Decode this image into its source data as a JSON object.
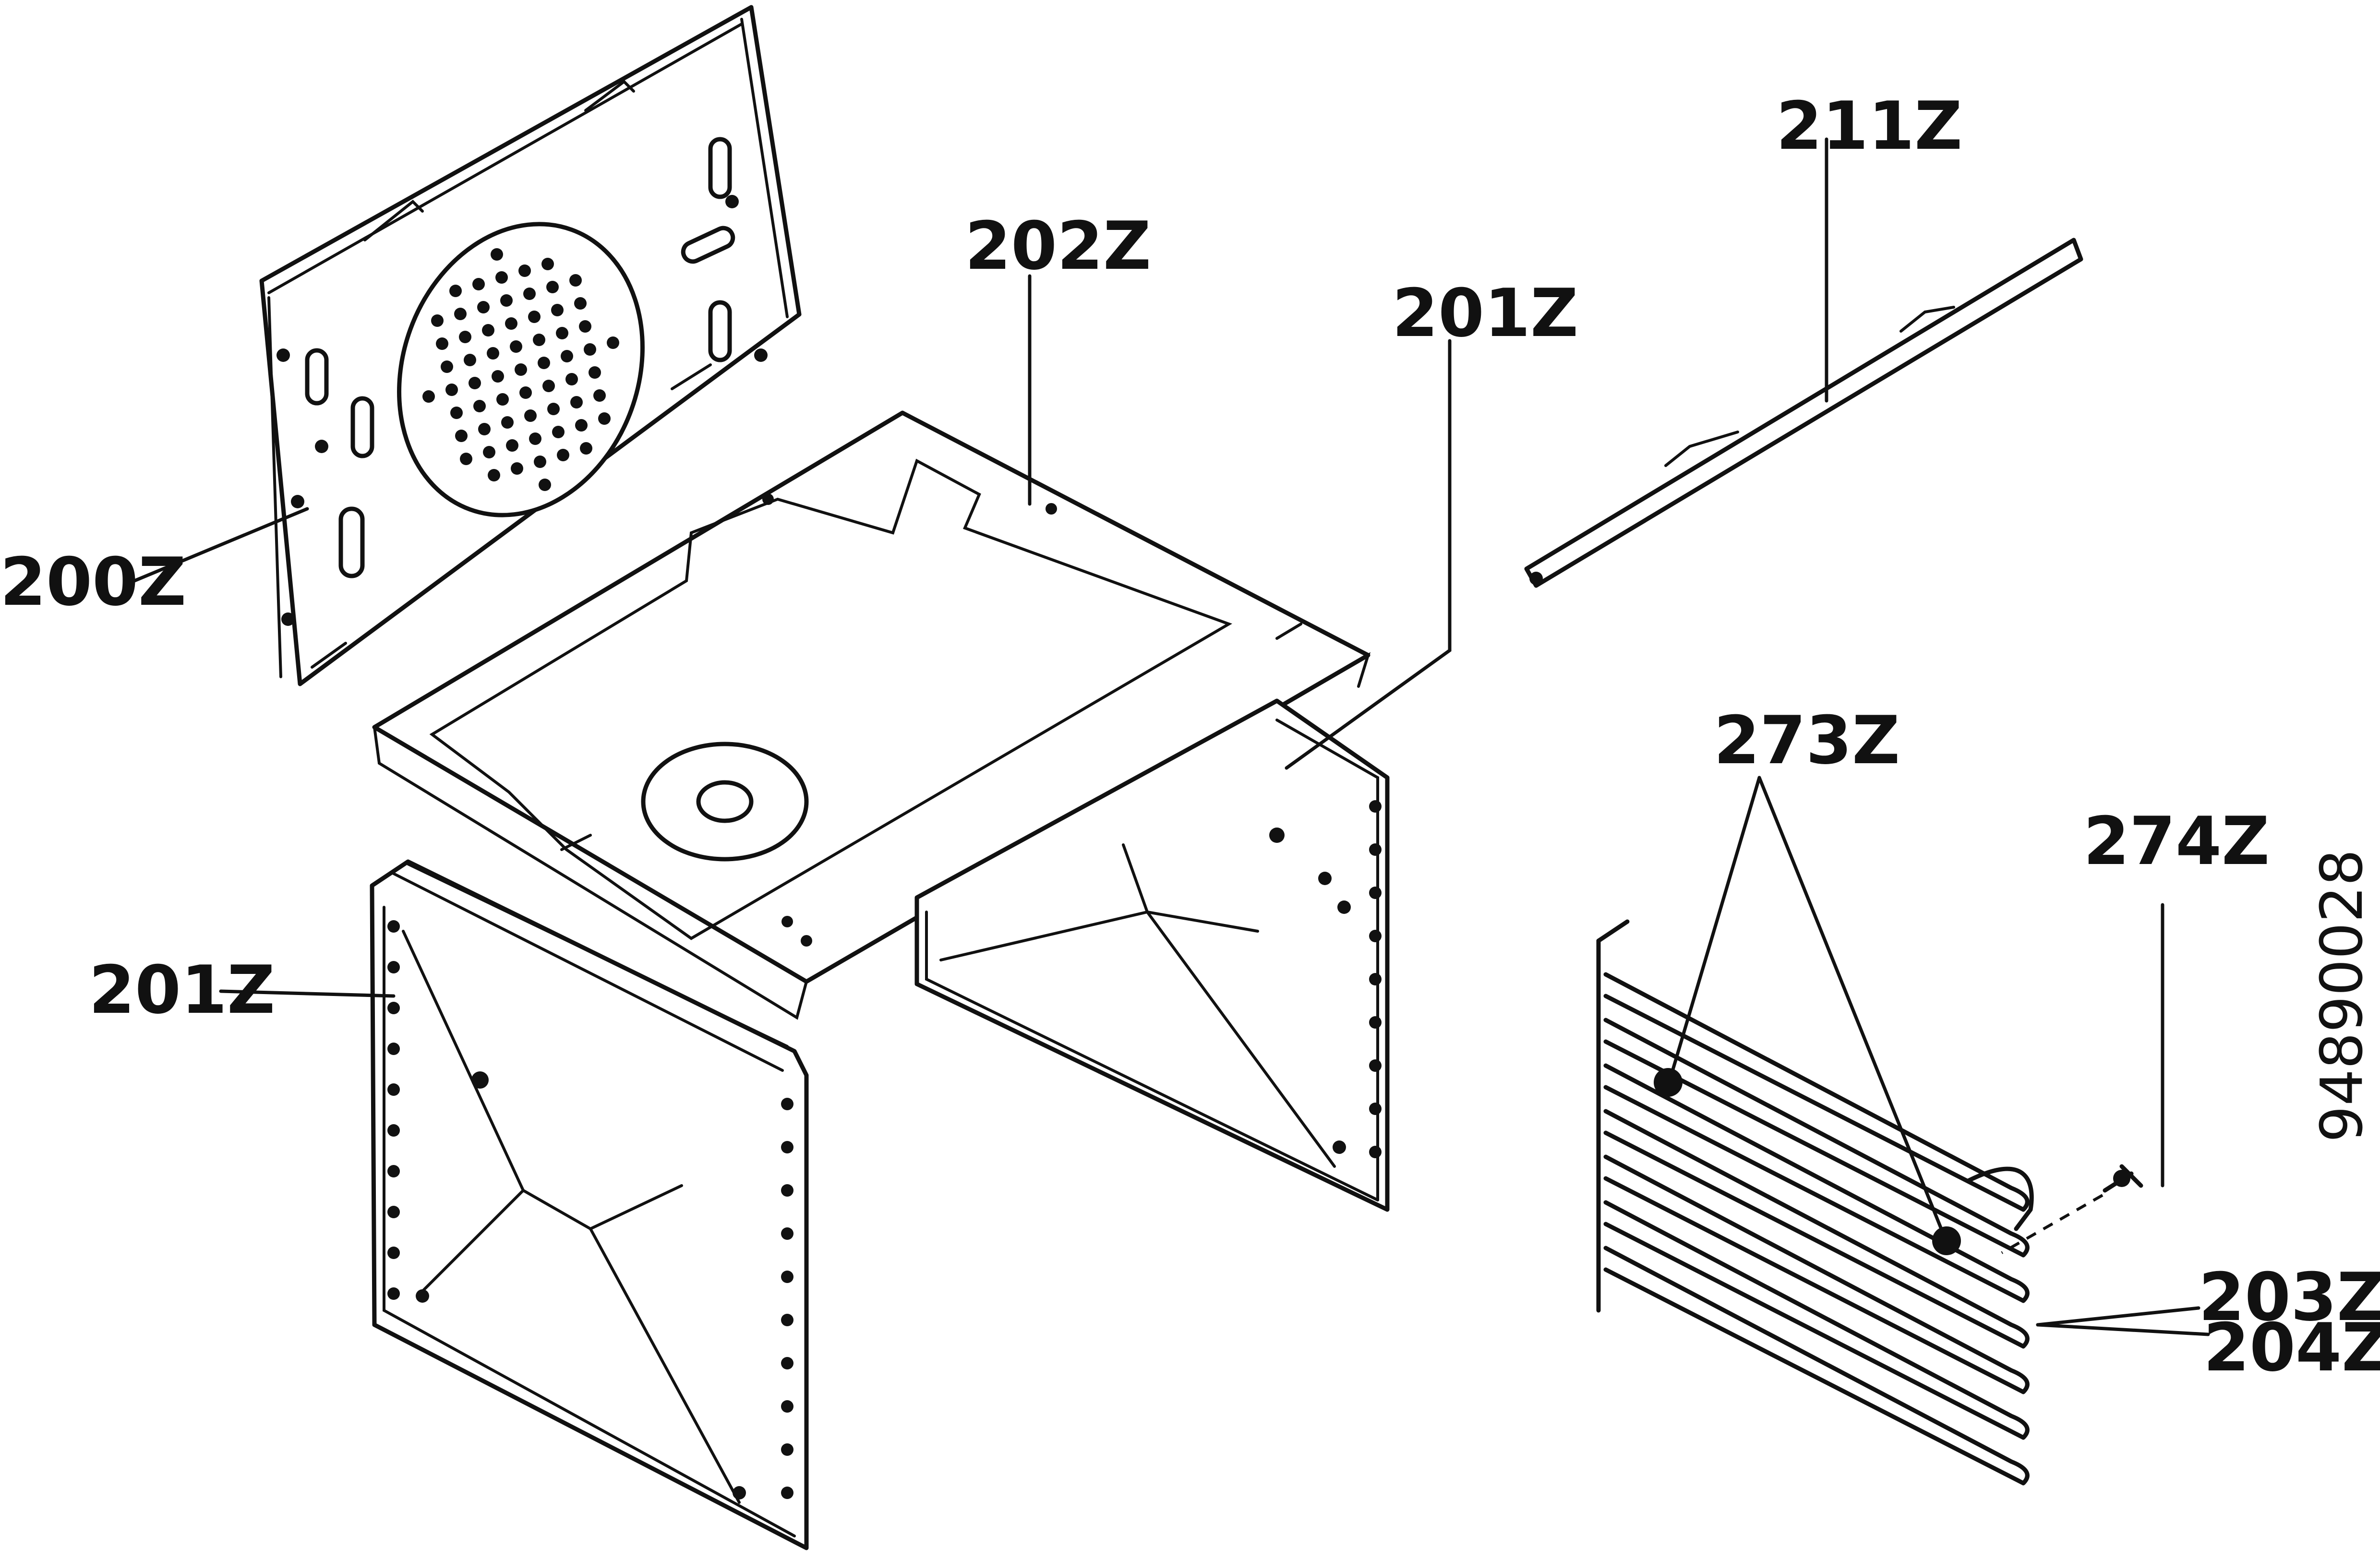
{
  "diagram": {
    "labels": [
      {
        "id": "200z",
        "text": "200Z"
      },
      {
        "id": "202z",
        "text": "202Z"
      },
      {
        "id": "201z-right",
        "text": "201Z"
      },
      {
        "id": "211z",
        "text": "211Z"
      },
      {
        "id": "201z-left",
        "text": "201Z"
      },
      {
        "id": "273z",
        "text": "273Z"
      },
      {
        "id": "274z",
        "text": "274Z"
      },
      {
        "id": "203z",
        "text": "203Z"
      },
      {
        "id": "204z",
        "text": "204Z"
      }
    ],
    "drawing_code": "94890028",
    "colors": {
      "ink": "#111111",
      "paper": "#ffffff"
    }
  }
}
